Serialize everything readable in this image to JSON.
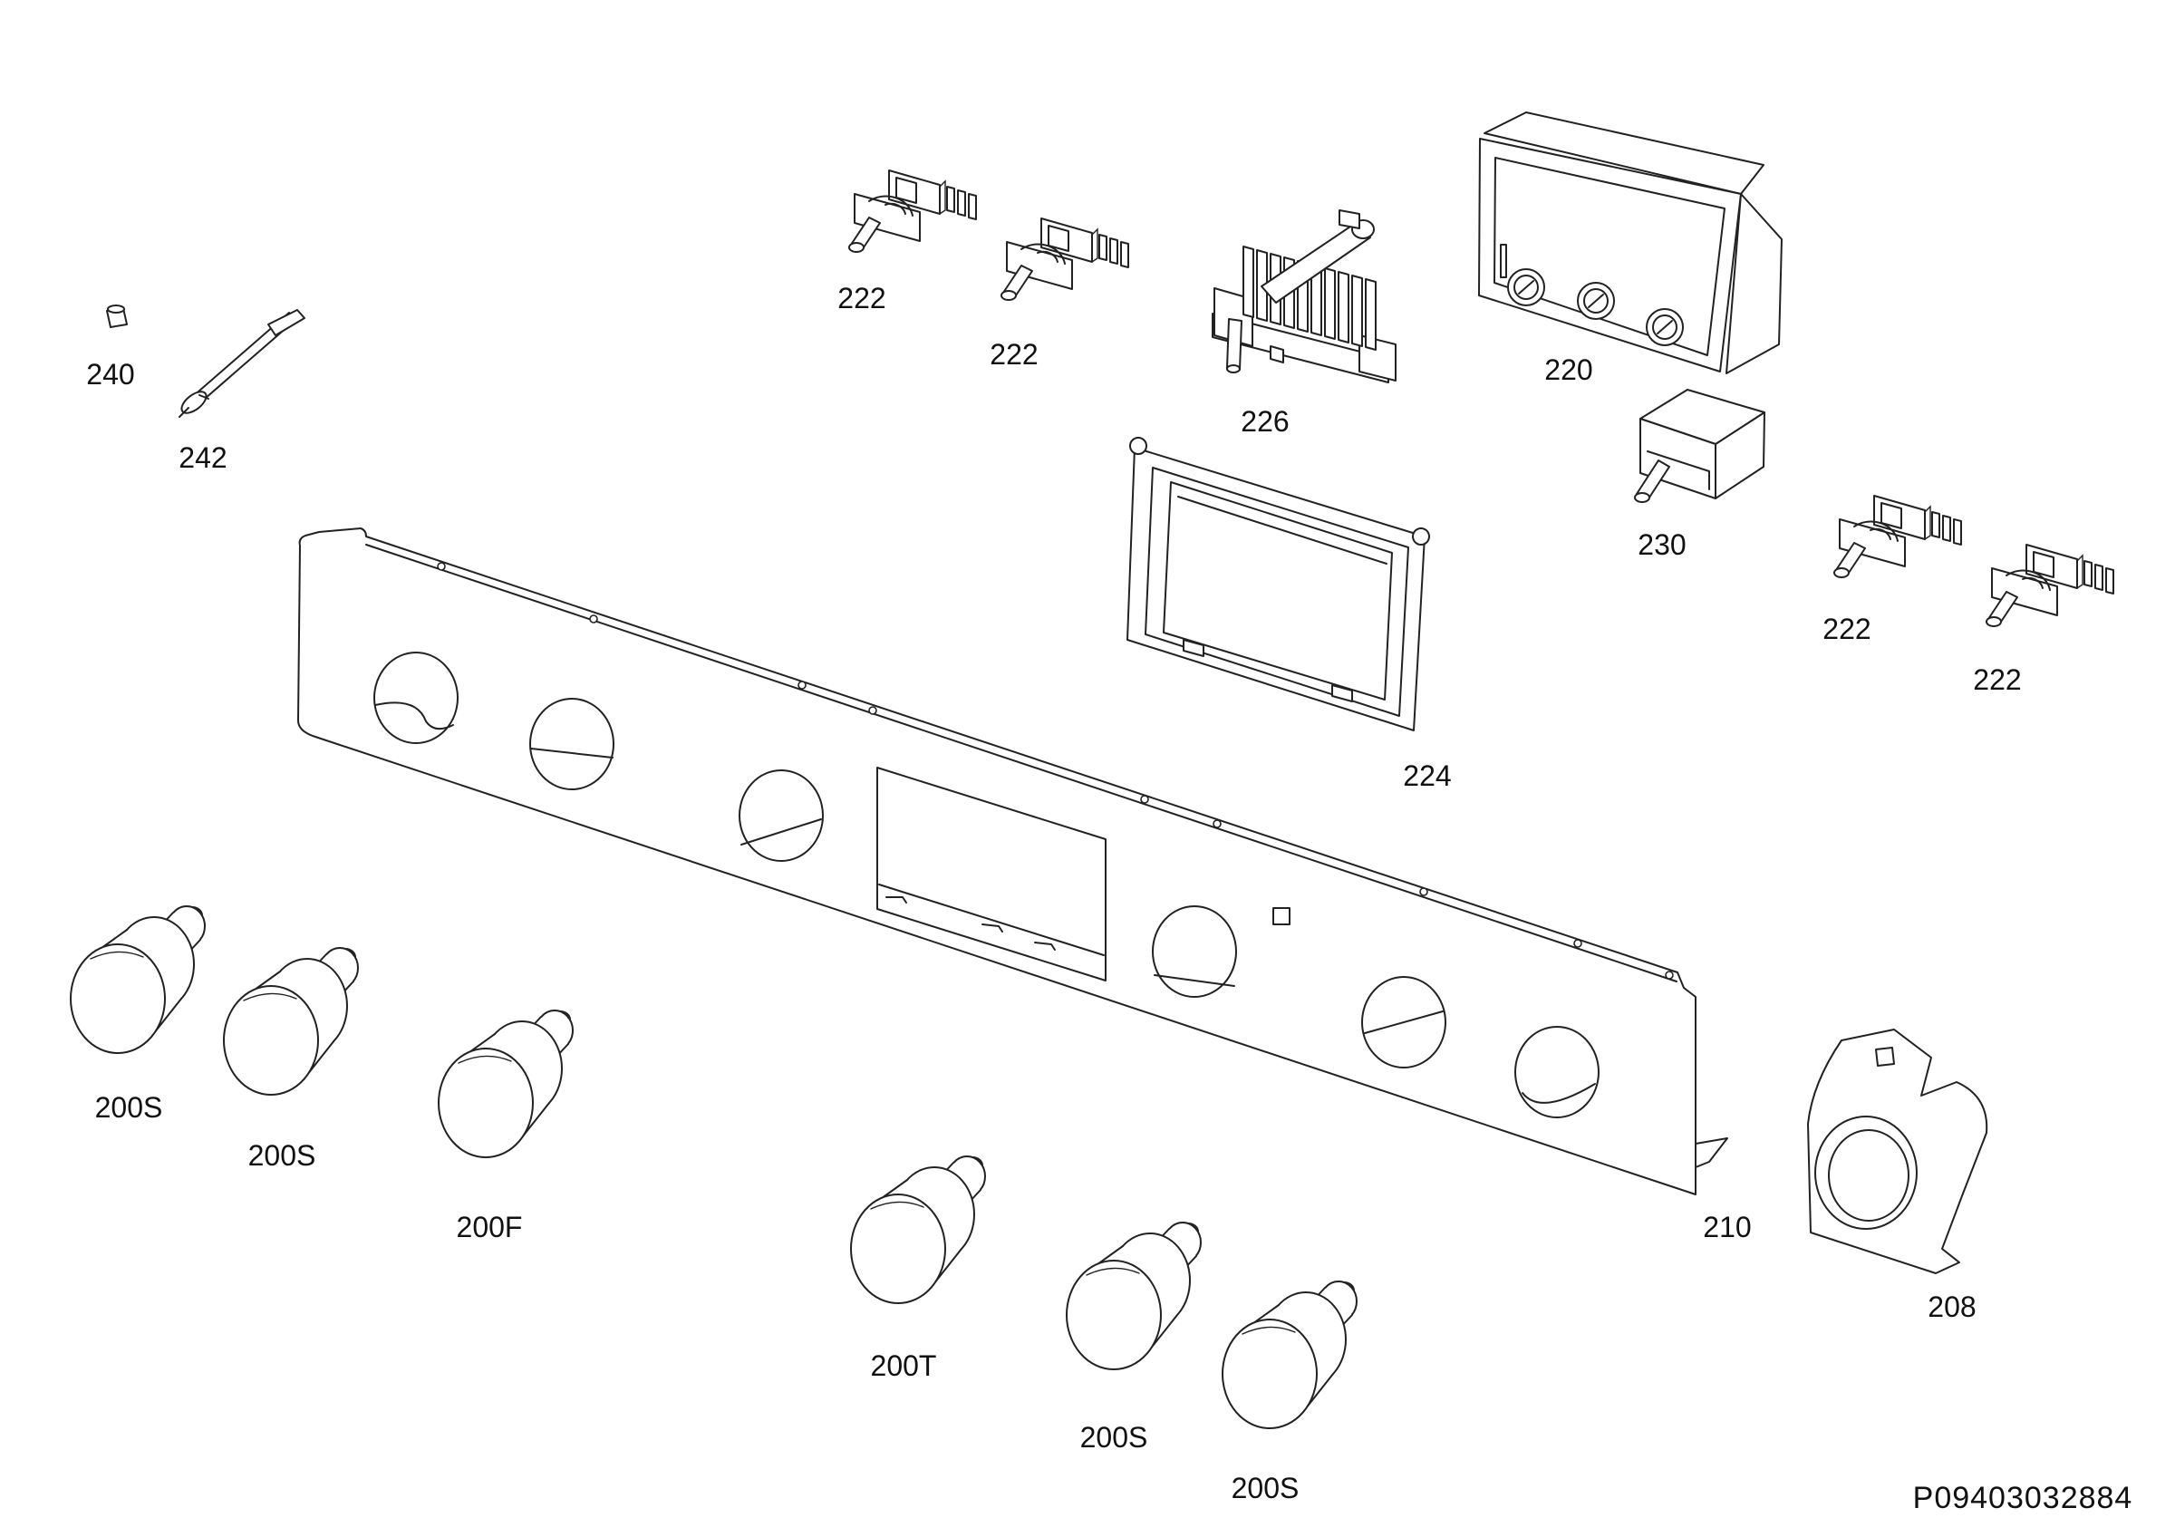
{
  "diagram": {
    "callouts": [
      "240",
      "242",
      "222",
      "222",
      "226",
      "220",
      "230",
      "222",
      "222",
      "224",
      "210",
      "208",
      "200S",
      "200S",
      "200F",
      "200T",
      "200S",
      "200S"
    ],
    "drawing_id": "P09403032884"
  },
  "colors": {
    "line": "#222222",
    "background": "#ffffff"
  }
}
